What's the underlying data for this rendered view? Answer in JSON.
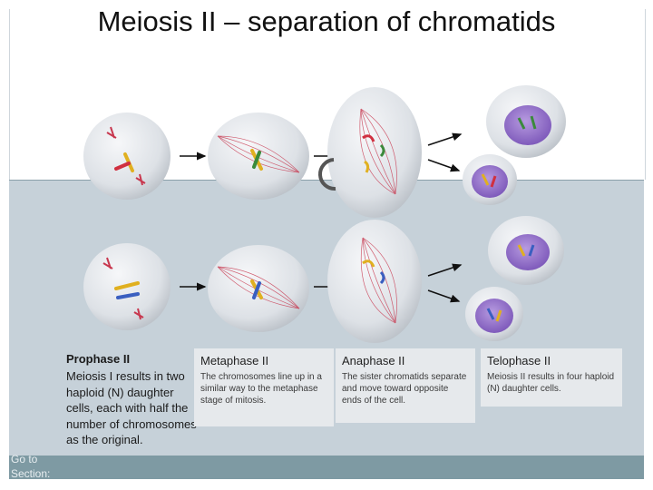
{
  "title": "Meiosis II – separation of chromatids",
  "nav": {
    "goto_line1": "Go to",
    "goto_line2": "Section:"
  },
  "stages": {
    "prophase": {
      "heading": "Prophase II",
      "text": "Meiosis I results in two haploid (N) daughter cells, each with half the number of chromosomes as the original."
    },
    "metaphase": {
      "heading": "Metaphase II",
      "text": "The chromosomes line up in a similar way to the metaphase stage of mitosis."
    },
    "anaphase": {
      "heading": "Anaphase II",
      "text": "The sister chromatids separate and move toward opposite ends of the cell."
    },
    "telophase": {
      "heading": "Telophase II",
      "text": "Meiosis II results in four haploid (N) daughter cells."
    }
  },
  "colors": {
    "band": "#c6d1d9",
    "footer": "#7e9aa3",
    "cell": "#dfe3e7",
    "nucleus": "#8c6bc4",
    "spindle": "#c8384f"
  },
  "icons": {
    "arrow": "arrow-icon",
    "cycle": "cycle-arrow-icon"
  }
}
